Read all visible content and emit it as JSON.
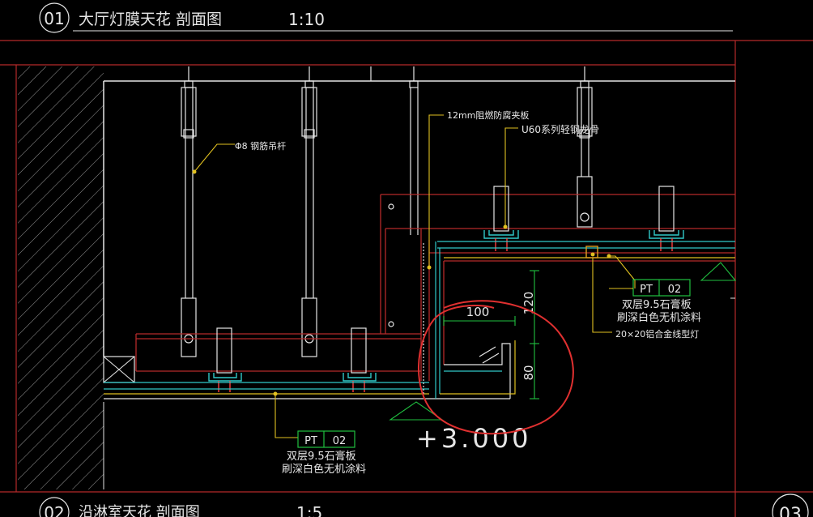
{
  "title": {
    "number": "01",
    "name": "大厅灯膜天花 剖面图",
    "scale": "1:10"
  },
  "bottom_title": {
    "number": "02",
    "name": "沿淋室天花 剖面图",
    "scale": "1:5"
  },
  "corner_number": "03",
  "annotations": {
    "rod": "Φ8 钢筋吊杆",
    "board": "12mm阻燃防腐夹板",
    "keel": "U60系列轻钢龙骨",
    "lamp": "20×20铝合金线型灯"
  },
  "tags": {
    "right": {
      "code": "PT",
      "num": "02",
      "line1": "双层9.5石膏板",
      "line2": "刷深白色无机涂料"
    },
    "bottom": {
      "code": "PT",
      "num": "02",
      "line1": "双层9.5石膏板",
      "line2": "刷深白色无机涂料"
    }
  },
  "dimensions": {
    "width": "100",
    "top": "120",
    "height": "80"
  },
  "elevation": "+3.000",
  "colors": {
    "frame": "#b52a2a",
    "white": "#e6e6e6",
    "yellow": "#e0c020",
    "green": "#20c040",
    "cyan": "#30c8c8",
    "markup": "#e03030"
  }
}
